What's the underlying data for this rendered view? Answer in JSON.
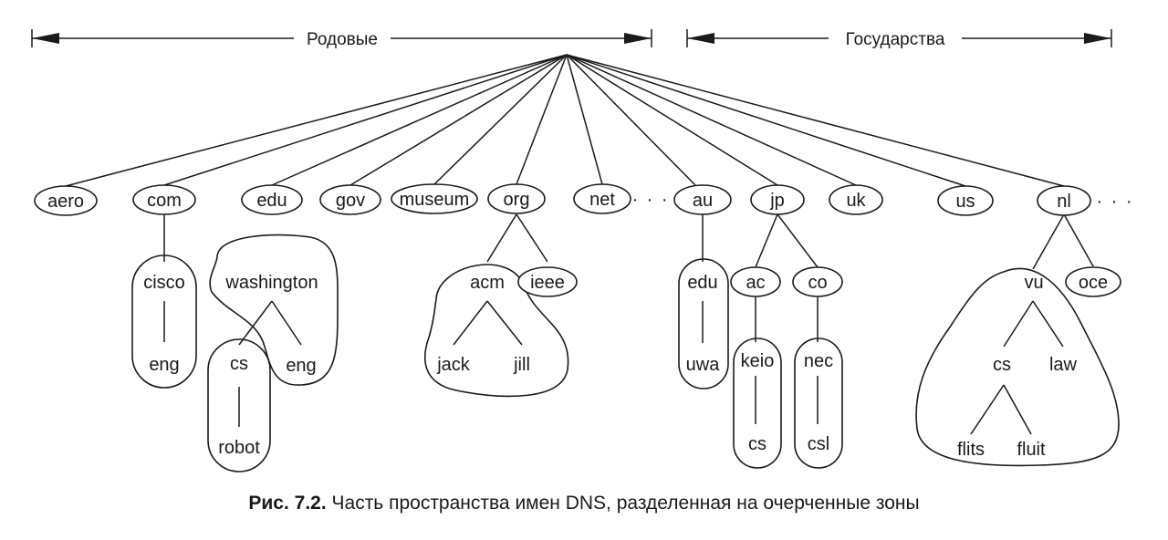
{
  "headers": {
    "generic": "Родовые",
    "countries": "Государства"
  },
  "nodes": {
    "aero": "aero",
    "com": "com",
    "edu": "edu",
    "gov": "gov",
    "museum": "museum",
    "org": "org",
    "net": "net",
    "au": "au",
    "jp": "jp",
    "uk": "uk",
    "us": "us",
    "nl": "nl",
    "cisco": "cisco",
    "cisco_eng": "eng",
    "washington": "washington",
    "wash_cs": "cs",
    "wash_eng": "eng",
    "robot": "robot",
    "acm": "acm",
    "ieee": "ieee",
    "jack": "jack",
    "jill": "jill",
    "au_edu": "edu",
    "uwa": "uwa",
    "ac": "ac",
    "co": "co",
    "keio": "keio",
    "keio_cs": "cs",
    "nec": "nec",
    "csl": "csl",
    "vu": "vu",
    "oce": "oce",
    "vu_cs": "cs",
    "law": "law",
    "flits": "flits",
    "fluit": "fluit"
  },
  "ellipsis": "· · ·",
  "caption": {
    "label": "Рис. 7.2.",
    "text": "Часть пространства имен DNS, разделенная на очерченные зоны"
  }
}
